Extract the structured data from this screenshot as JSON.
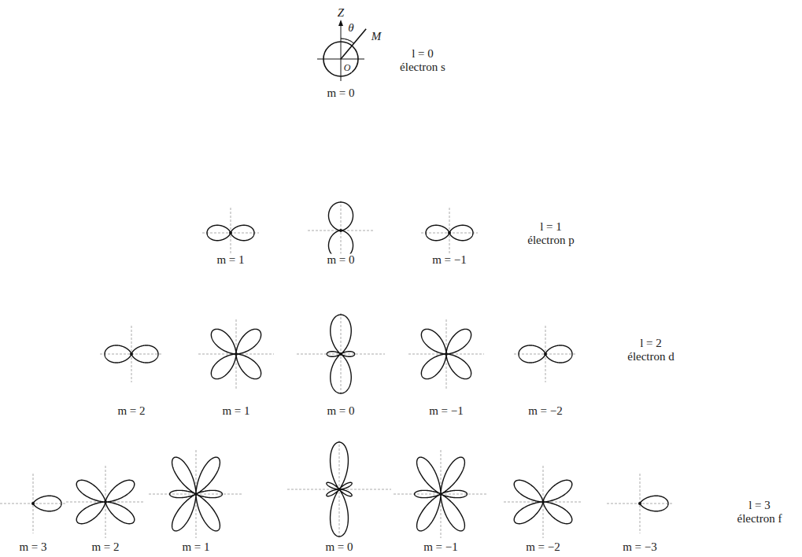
{
  "diagram": {
    "labels": [
      "Z",
      "θ",
      "M",
      "O",
      "l = 0",
      "électron s",
      "m = 0",
      "m = 1",
      "m = 0",
      "m = −1",
      "l = 1",
      "électron p",
      "m = 2",
      "m = 1",
      "m = 0",
      "m = −1",
      "m = −2",
      "l = 2",
      "électron d",
      "m = 3",
      "m = 2",
      "m = 1",
      "m = 0",
      "m = −1",
      "m = −2",
      "m = −3",
      "l = 3",
      "électron f"
    ]
  }
}
